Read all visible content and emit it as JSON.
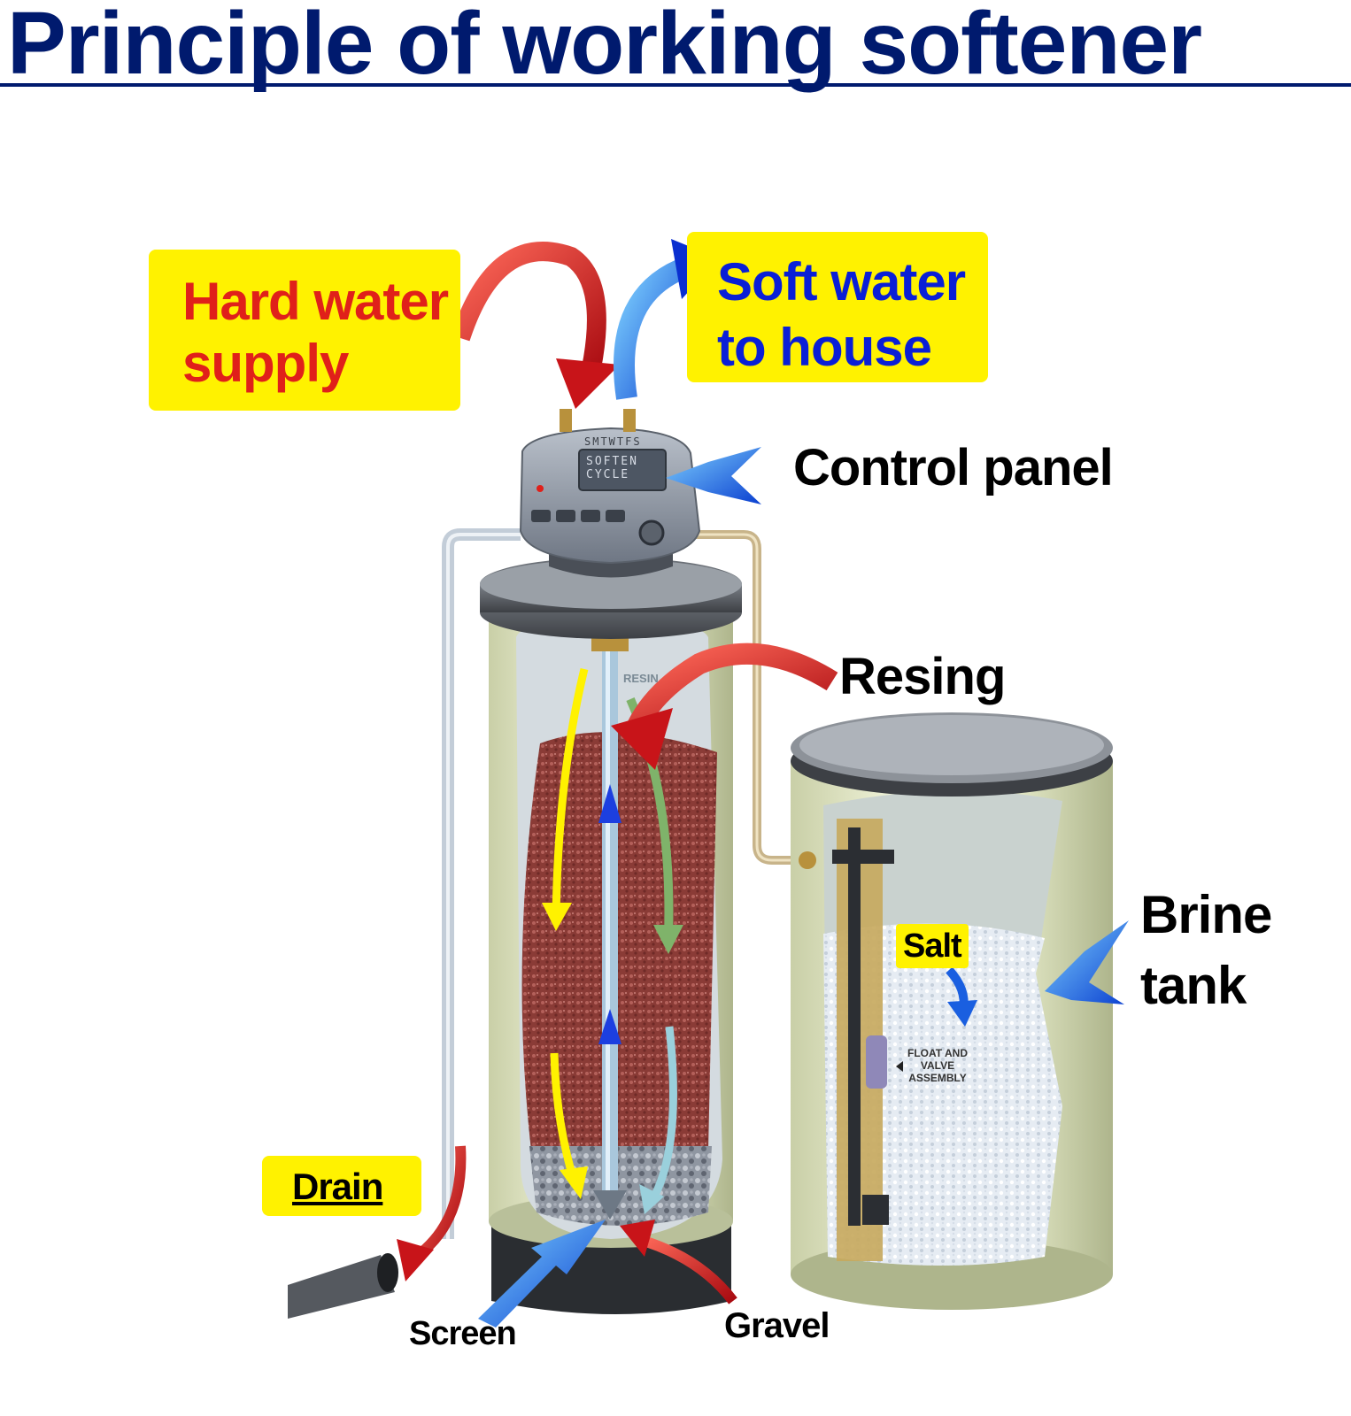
{
  "title": "Principle of working softener",
  "labels": {
    "hard_water": [
      "Hard water",
      "supply"
    ],
    "soft_water": [
      "Soft water",
      "to house"
    ],
    "control_panel": "Control panel",
    "resin": "Resing",
    "brine": [
      "Brine",
      "tank"
    ],
    "salt": "Salt",
    "drain": "Drain",
    "screen": "Screen",
    "gravel": "Gravel"
  },
  "device_text": {
    "days": "SMTWTFS",
    "display": [
      "SOFTEN",
      "CYCLE"
    ],
    "resin_tag": "RESIN",
    "float_caption": [
      "FLOAT AND",
      "VALVE",
      "ASSEMBLY"
    ]
  },
  "colors": {
    "title": "#001a6e",
    "highlight": "#fff200",
    "hard_water_text": "#e0201a",
    "soft_water_text": "#0a1fd6",
    "label_text": "#000000",
    "red_arrow": "#d0141a",
    "blue_arrow": "#1a5fe0",
    "yellow_flow": "#fff200",
    "green_flow": "#7fb36a"
  }
}
